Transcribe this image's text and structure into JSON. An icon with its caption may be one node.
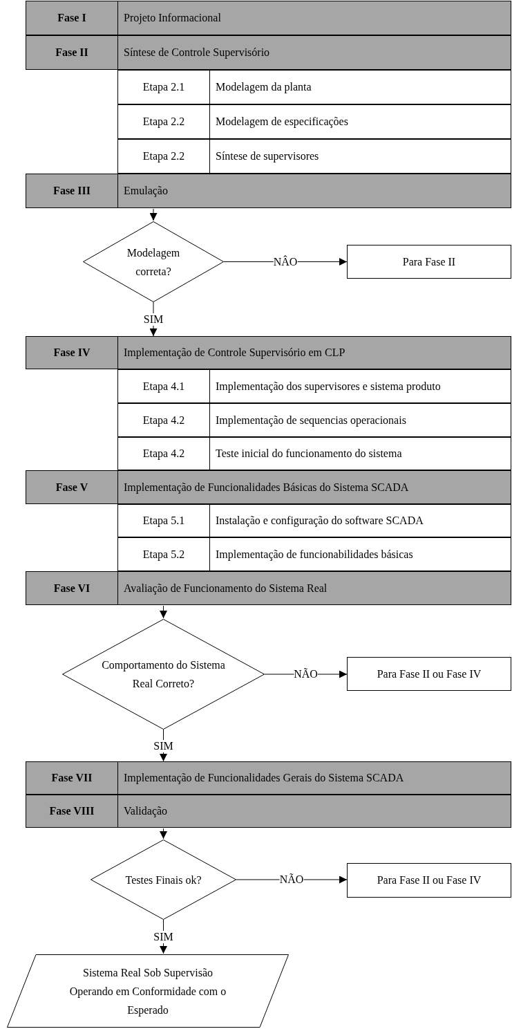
{
  "diagram": {
    "nodes": [
      {
        "text": [
          "Fase I",
          "Projeto Informacional"
        ]
      },
      {
        "text": [
          "Fase II",
          "Síntese de Controle Supervisório"
        ]
      },
      {
        "text": [
          "Etapa 2.1",
          "Modelagem da planta"
        ]
      },
      {
        "text": [
          "Etapa 2.2",
          "Modelagem de especificações"
        ]
      },
      {
        "text": [
          "Etapa 2.2",
          "Síntese de supervisores"
        ]
      },
      {
        "text": [
          "Fase III",
          "Emulação"
        ]
      },
      {
        "text": [
          "Modelagem correta?"
        ]
      },
      {
        "text": [
          "Para Fase II"
        ]
      },
      {
        "text": [
          "Fase IV",
          "Implementação de Controle Supervisório em CLP"
        ]
      },
      {
        "text": [
          "Etapa 4.1",
          "Implementação dos supervisores e sistema produto"
        ]
      },
      {
        "text": [
          "Etapa 4.2",
          "Implementação de sequencias operacionais"
        ]
      },
      {
        "text": [
          "Etapa 4.2",
          "Teste inicial do funcionamento do sistema"
        ]
      },
      {
        "text": [
          "Fase V",
          "Implementação de Funcionalidades Básicas do Sistema SCADA"
        ]
      },
      {
        "text": [
          "Etapa 5.1",
          "Instalação e configuração do software SCADA"
        ]
      },
      {
        "text": [
          "Etapa 5.2",
          "Implementação de funcionabilidades básicas"
        ]
      },
      {
        "text": [
          "Fase VI",
          "Avaliação de Funcionamento do Sistema Real"
        ]
      },
      {
        "text": [
          "Comportamento do Sistema Real Correto?"
        ]
      },
      {
        "text": [
          "Para Fase II ou Fase IV"
        ]
      },
      {
        "text": [
          "Fase VII",
          "Implementação de Funcionalidades Gerais do Sistema SCADA"
        ]
      },
      {
        "text": [
          "Fase VIII",
          "Validação"
        ]
      },
      {
        "text": [
          "Testes Finais ok?"
        ]
      },
      {
        "text": [
          "Para Fase II ou Fase IV"
        ]
      },
      {
        "text": [
          "Sistema Real Sob Supervisão Operando em Conformidade com o Esperado"
        ]
      }
    ],
    "edges": [
      {
        "from": 5,
        "to": 6,
        "arrow": "to"
      },
      {
        "from": 6,
        "to": 7,
        "arrow": "to",
        "label": "NÂO"
      },
      {
        "from": 6,
        "to": 8,
        "arrow": "to",
        "label": "SIM"
      },
      {
        "from": 15,
        "to": 16,
        "arrow": "to"
      },
      {
        "from": 16,
        "to": 17,
        "arrow": "to",
        "label": "NÃO"
      },
      {
        "from": 16,
        "to": 18,
        "arrow": "to",
        "label": "SIM"
      },
      {
        "from": 19,
        "to": 20,
        "arrow": "to"
      },
      {
        "from": 20,
        "to": 21,
        "arrow": "to",
        "label": "NÃO"
      },
      {
        "from": 20,
        "to": 22,
        "arrow": "to",
        "label": "SIM"
      }
    ]
  }
}
